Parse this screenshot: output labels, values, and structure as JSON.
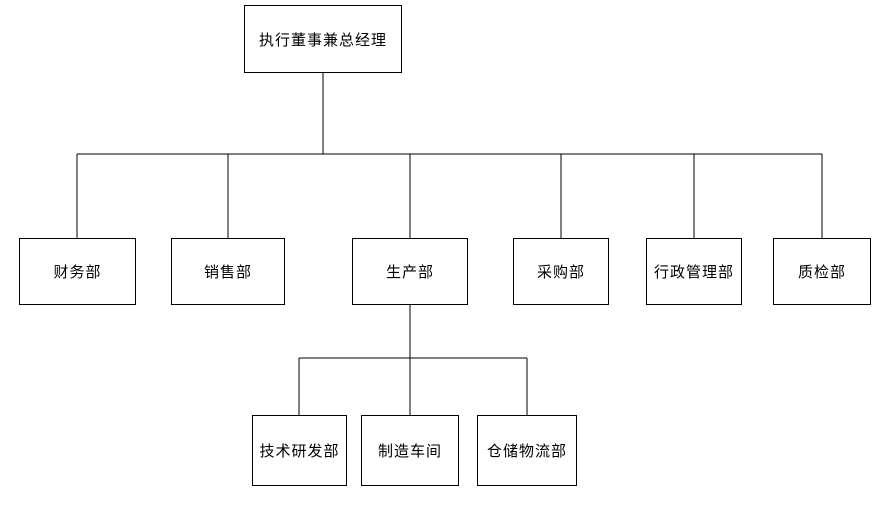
{
  "org_chart": {
    "type": "diagram",
    "colors": {
      "background": "#ffffff",
      "box_fill": "#ffffff",
      "box_border": "#000000",
      "line": "#000000",
      "text": "#000000"
    },
    "root": {
      "label": "执行董事兼总经理",
      "children": [
        {
          "label": "财务部",
          "children": []
        },
        {
          "label": "销售部",
          "children": []
        },
        {
          "label": "生产部",
          "children": [
            {
              "label": "技术研发部"
            },
            {
              "label": "制造车间"
            },
            {
              "label": "仓储物流部"
            }
          ]
        },
        {
          "label": "采购部",
          "children": []
        },
        {
          "label": "行政管理部",
          "children": []
        },
        {
          "label": "质检部",
          "children": []
        }
      ]
    }
  }
}
